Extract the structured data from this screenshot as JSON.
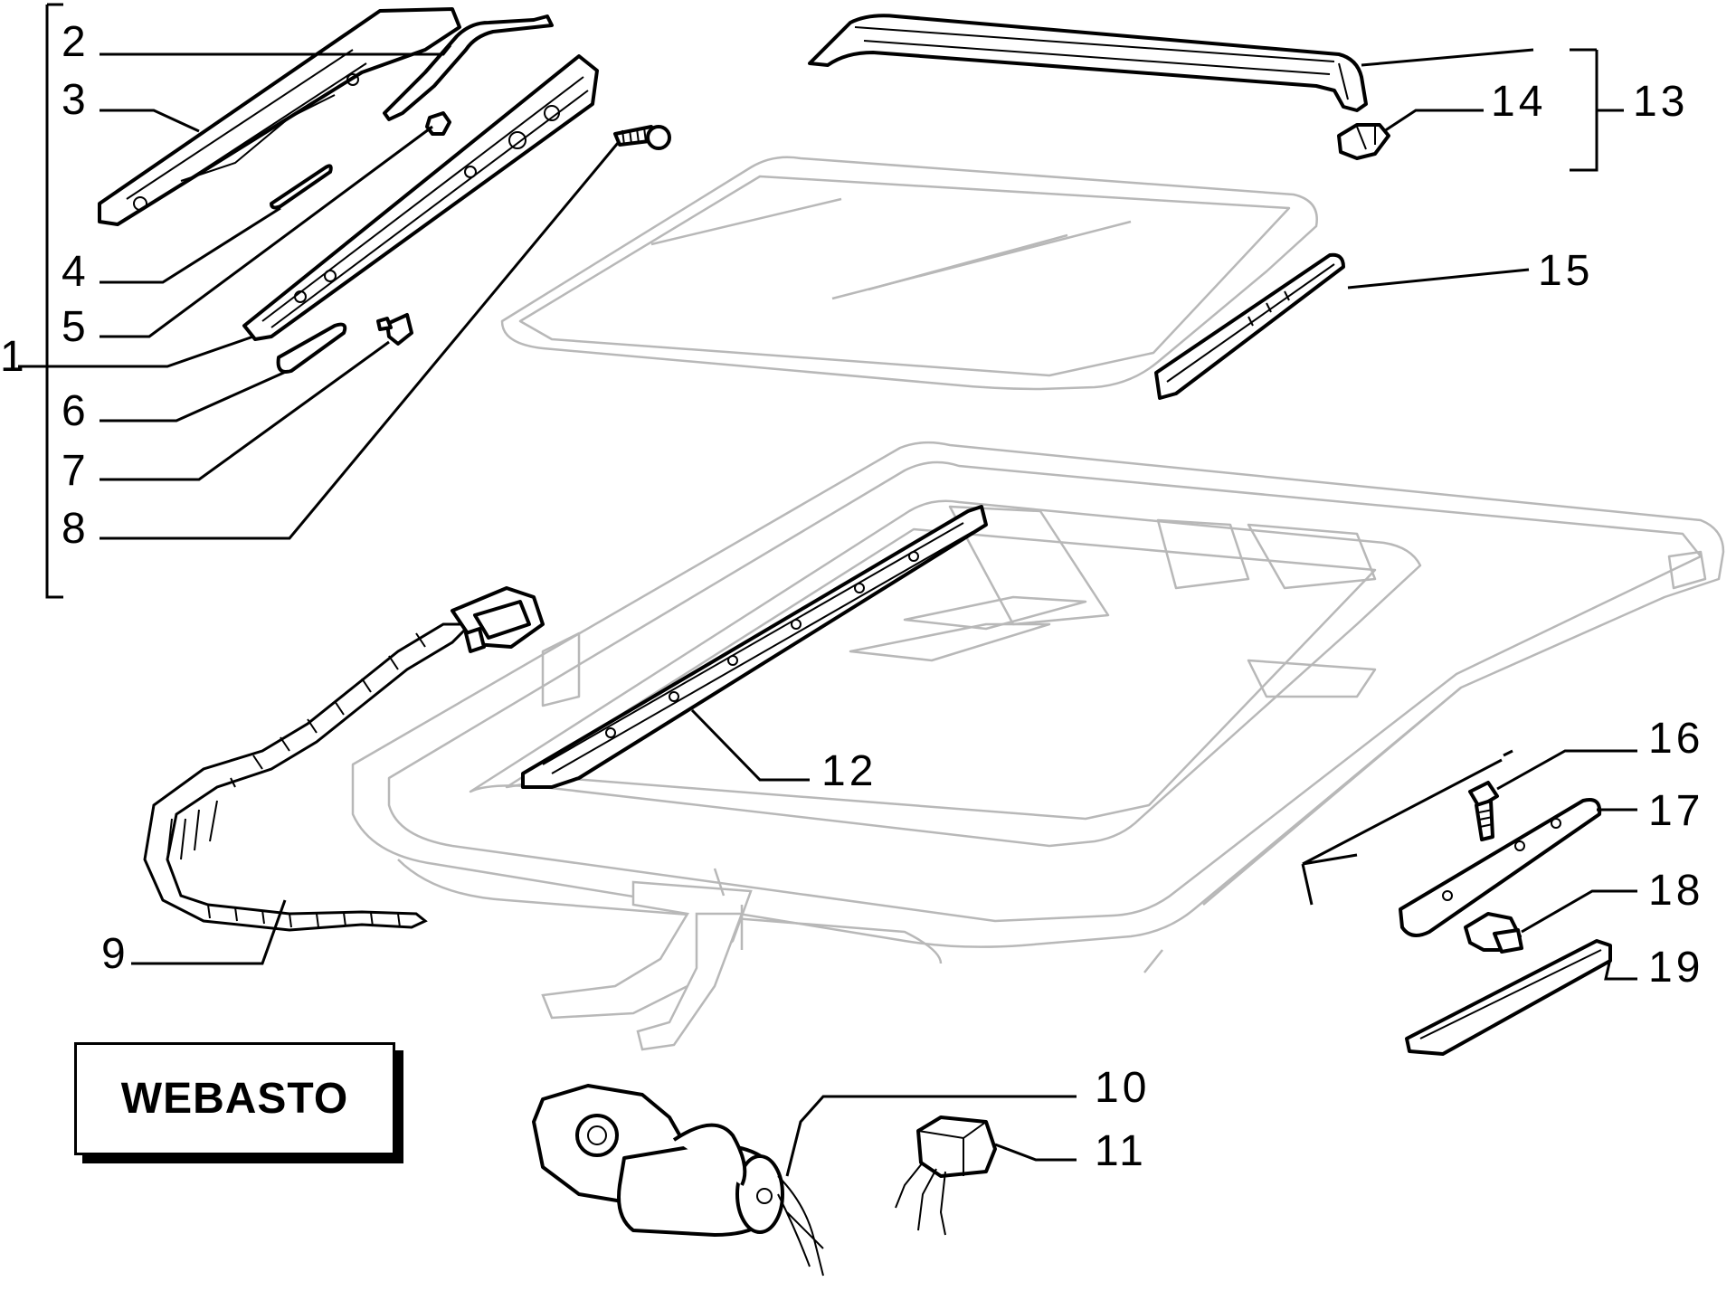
{
  "callouts": {
    "c1": "1",
    "c2": "2",
    "c3": "3",
    "c4": "4",
    "c5": "5",
    "c6": "6",
    "c7": "7",
    "c8": "8",
    "c9": "9",
    "c10": "10",
    "c11": "11",
    "c12": "12",
    "c13": "13",
    "c14": "14",
    "c15": "15",
    "c16": "16",
    "c17": "17",
    "c18": "18",
    "c19": "19"
  },
  "brand": {
    "label": "WEBASTO"
  },
  "colors": {
    "ink": "#000000",
    "ghost": "#b8b8b8",
    "paper": "#ffffff"
  }
}
